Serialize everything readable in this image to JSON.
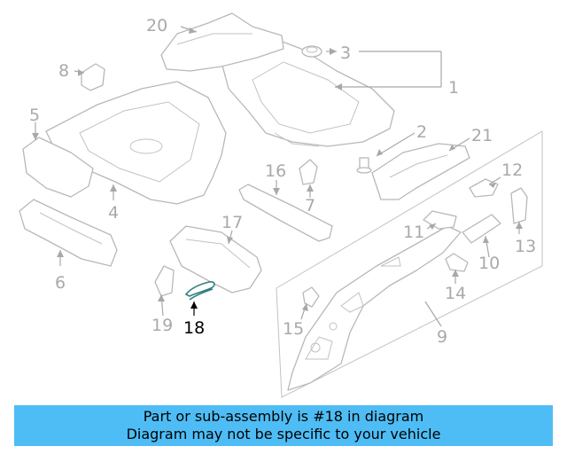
{
  "diagram": {
    "highlighted_part": "18",
    "callouts": [
      "1",
      "2",
      "3",
      "4",
      "5",
      "6",
      "7",
      "8",
      "9",
      "10",
      "11",
      "12",
      "13",
      "14",
      "15",
      "16",
      "17",
      "18",
      "19",
      "20",
      "21"
    ]
  },
  "banner": {
    "line1": "Part or sub-assembly is #18 in diagram",
    "line2": "Diagram may not be specific to your vehicle",
    "background": "#4fbdf5"
  },
  "colors": {
    "callout_default": "#a9a9a9",
    "callout_highlight": "#000000",
    "highlight_part_stroke": "#2f7f7f"
  }
}
